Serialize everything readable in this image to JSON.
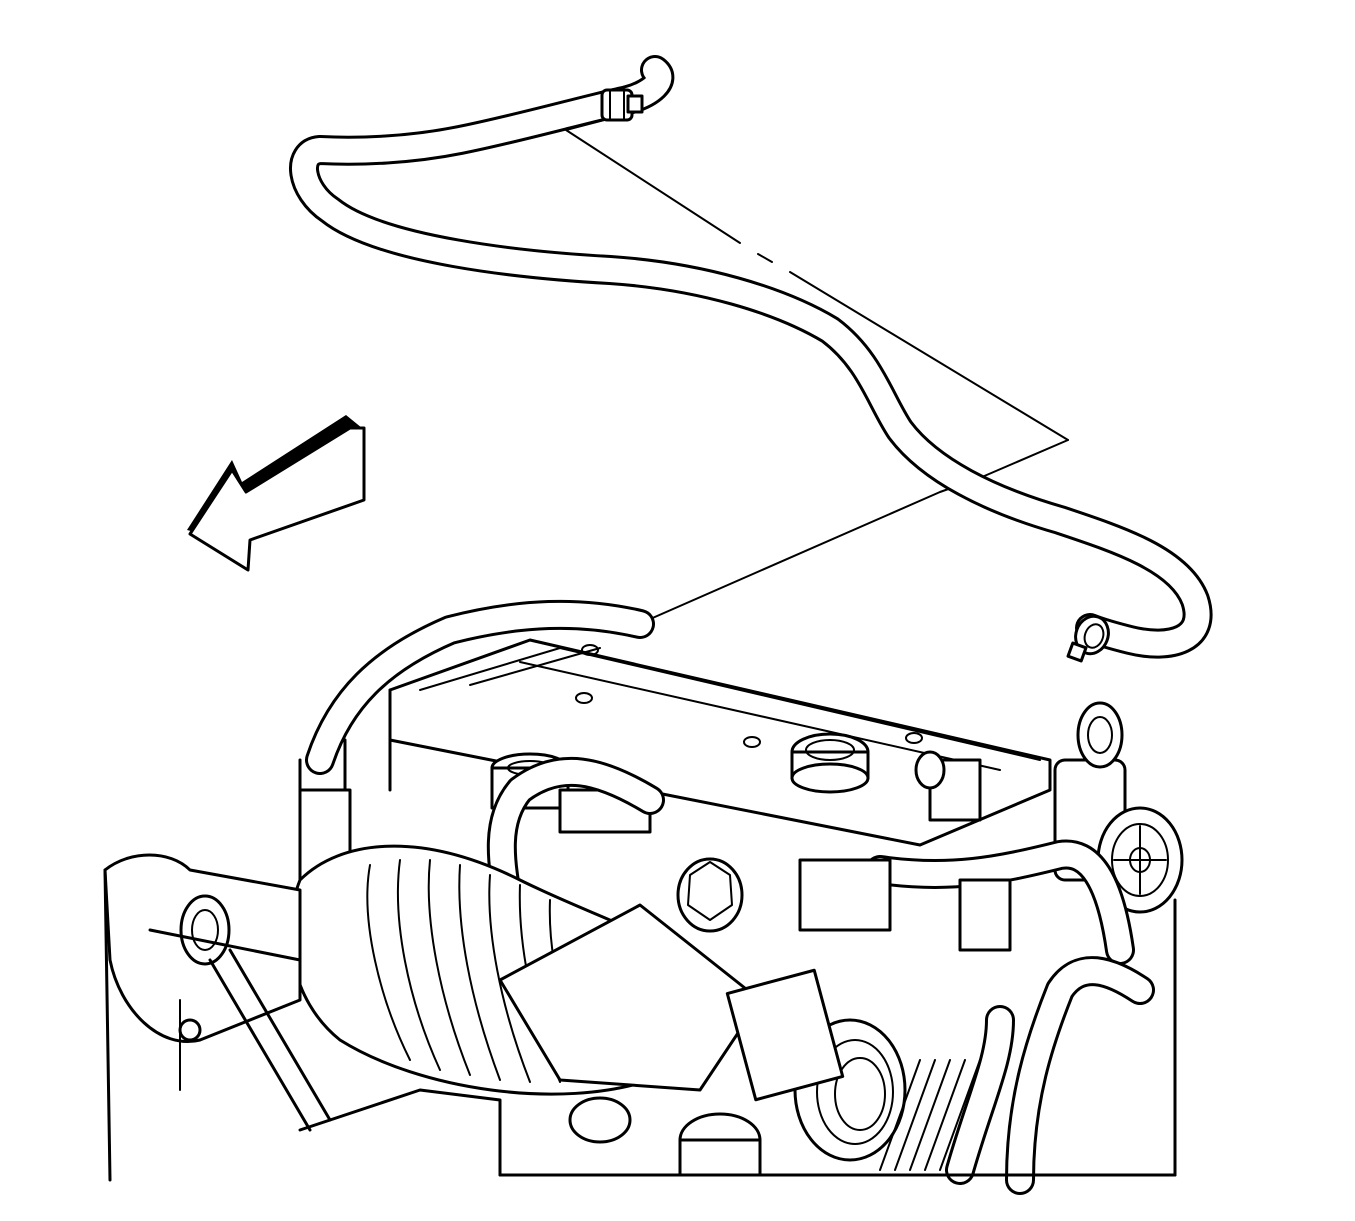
{
  "figure": {
    "description_visible_text": "",
    "background": "#ffffff",
    "line_color": "#000000"
  },
  "parts": {
    "hose": "hose",
    "hose_clamp_upper": "hose-clamp",
    "hose_clamp_lower": "hose-clamp",
    "leader_line": "leader-line",
    "direction_arrow": "front-of-vehicle-arrow",
    "engine": "engine-assembly"
  }
}
